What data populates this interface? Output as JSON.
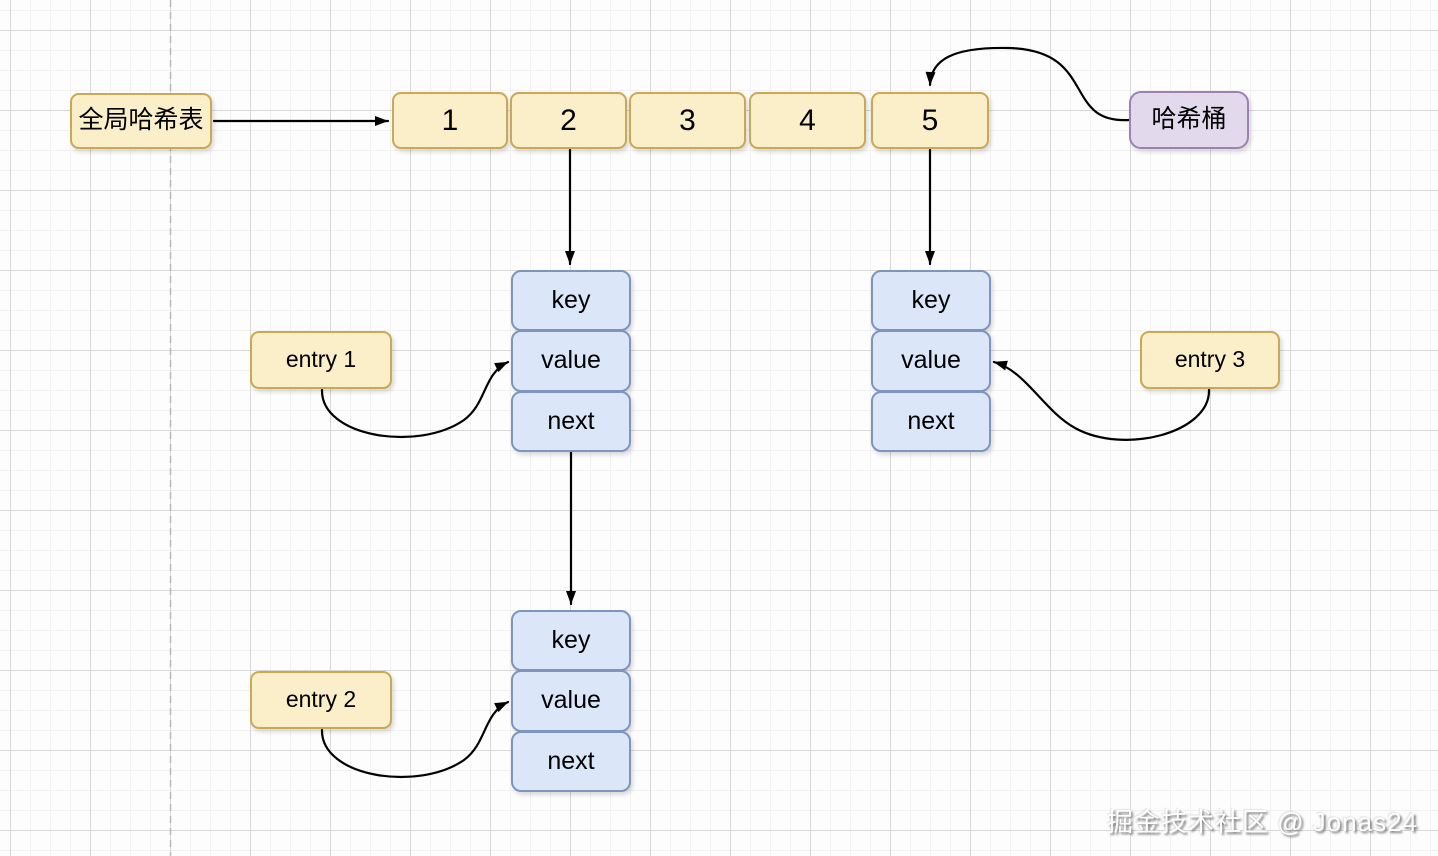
{
  "diagram": {
    "global_table": {
      "label": "全局哈希表"
    },
    "bucket": {
      "label": "哈希桶"
    },
    "slots": [
      "1",
      "2",
      "3",
      "4",
      "5"
    ],
    "node_fields": [
      "key",
      "value",
      "next"
    ],
    "entries": [
      "entry 1",
      "entry 2",
      "entry 3"
    ]
  },
  "watermark": {
    "text": "掘金技术社区 @ Jonas24"
  },
  "colors": {
    "slot-fill": "#FBEFC9",
    "slot-border": "#CBA854",
    "node-fill": "#DBE7F9",
    "node-border": "#7D95BF",
    "bucket-fill": "#E3D9EC",
    "bucket-border": "#9B82B3",
    "grid-minor": "#F1F1F1",
    "grid-major": "#D8D8D8",
    "page-dash": "#B9B9B9",
    "arrow": "#000000"
  }
}
